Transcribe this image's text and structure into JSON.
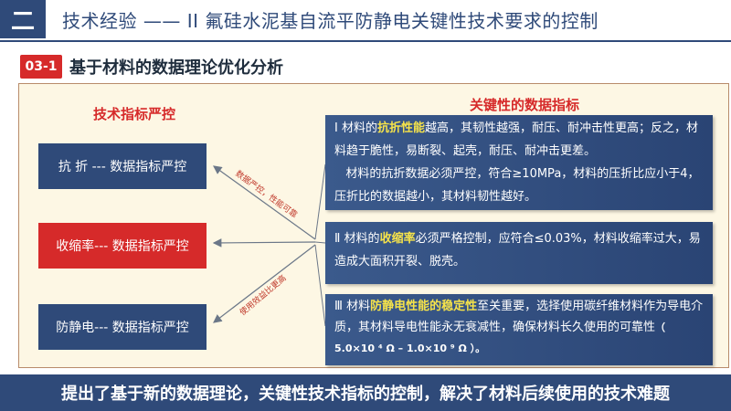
{
  "header": {
    "number": "二",
    "title": "技术经验 —— II 氟硅水泥基自流平防静电关键性技术要求的控制"
  },
  "section": {
    "badge": "03-1",
    "title": "基于材料的数据理论优化分析"
  },
  "left": {
    "heading": "技术指标严控",
    "items": [
      {
        "label": "抗 折 --- 数据指标严控"
      },
      {
        "label": "收缩率--- 数据指标严控"
      },
      {
        "label": "防静电--- 数据指标严控"
      }
    ]
  },
  "arrows": {
    "upper": "数据严控，性能可靠",
    "lower": "使用效益比更高"
  },
  "right": {
    "heading": "关键性的数据指标",
    "items": [
      {
        "numeral": "Ⅰ",
        "pre": "材料的",
        "highlight": "抗折性能",
        "rest": "越高，其韧性越强，耐压、耐冲击性更高；反之，材料趋于脆性，易断裂、起壳，耐压、耐冲击更差。",
        "para2": "材料的抗折数据必须严控，符合≥10MPa，材料的压折比应小于4，压折比的数据越小，其材料韧性越好。"
      },
      {
        "numeral": "Ⅱ",
        "pre": "材料的",
        "highlight": "收缩率",
        "rest": "必须严格控制，应符合≤0.03%，材料收缩率过大，易造成大面积开裂、脱壳。"
      },
      {
        "numeral": "Ⅲ",
        "pre": "材料",
        "highlight": "防静电性能的稳定性",
        "rest": "至关重要，选择使用碳纤维材料作为导电介质，其材料导电性能永无衰减性，确保材料长久使用的可靠性",
        "range": "（ 5.0×10 ⁴ Ω – 1.0×10 ⁹ Ω ）。"
      }
    ]
  },
  "footer": {
    "text": "提出了基于新的数据理论，关键性技术指标的控制，解决了材料后续使用的技术难题"
  },
  "colors": {
    "navy": "#2f4a79",
    "red": "#d62a2a",
    "panel": "#fdf7e4",
    "highlight": "#f6e34a"
  }
}
